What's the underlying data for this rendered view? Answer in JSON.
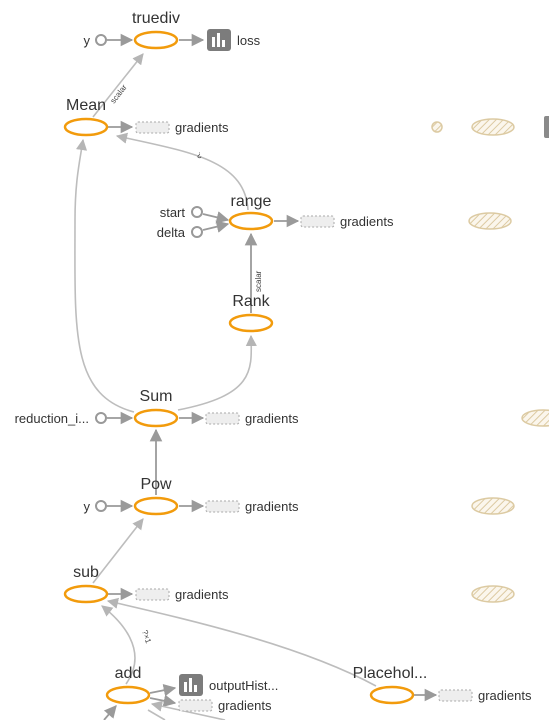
{
  "graph": {
    "nodes": {
      "truediv": "truediv",
      "mean": "Mean",
      "range": "range",
      "rank": "Rank",
      "sum": "Sum",
      "pow": "Pow",
      "sub": "sub",
      "add": "add",
      "placeholder": "Placehol..."
    },
    "inputs": {
      "y_top": "y",
      "start": "start",
      "delta": "delta",
      "reduction": "reduction_i...",
      "y_pow": "y"
    },
    "gradients_label": "gradients",
    "summaries": {
      "loss": "loss",
      "output_hist": "outputHist..."
    },
    "edge_labels": {
      "scalar_mean": "scalar",
      "range_mean": "¿",
      "scalar_rank": "scalar",
      "add_sub": "?×1"
    }
  },
  "colors": {
    "op_stroke": "#f29b0c",
    "edge": "#bdbdbd",
    "ghost": "#e6d9bd"
  }
}
